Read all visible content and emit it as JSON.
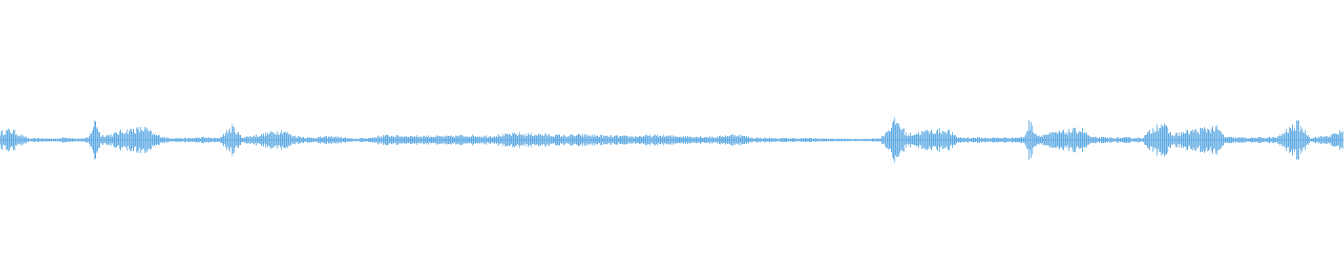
{
  "waveform": {
    "color": "#5eaae3",
    "background": "#ffffff",
    "amplitude_profile": [
      {
        "t": 0.0,
        "a": 0.16
      },
      {
        "t": 0.005,
        "a": 0.22
      },
      {
        "t": 0.01,
        "a": 0.2
      },
      {
        "t": 0.016,
        "a": 0.1
      },
      {
        "t": 0.022,
        "a": 0.03
      },
      {
        "t": 0.03,
        "a": 0.04
      },
      {
        "t": 0.04,
        "a": 0.03
      },
      {
        "t": 0.05,
        "a": 0.06
      },
      {
        "t": 0.058,
        "a": 0.03
      },
      {
        "t": 0.066,
        "a": 0.05
      },
      {
        "t": 0.071,
        "a": 0.45
      },
      {
        "t": 0.075,
        "a": 0.1
      },
      {
        "t": 0.083,
        "a": 0.12
      },
      {
        "t": 0.093,
        "a": 0.22
      },
      {
        "t": 0.108,
        "a": 0.26
      },
      {
        "t": 0.115,
        "a": 0.12
      },
      {
        "t": 0.125,
        "a": 0.05
      },
      {
        "t": 0.14,
        "a": 0.04
      },
      {
        "t": 0.152,
        "a": 0.06
      },
      {
        "t": 0.163,
        "a": 0.04
      },
      {
        "t": 0.173,
        "a": 0.3
      },
      {
        "t": 0.18,
        "a": 0.06
      },
      {
        "t": 0.195,
        "a": 0.12
      },
      {
        "t": 0.21,
        "a": 0.22
      },
      {
        "t": 0.218,
        "a": 0.1
      },
      {
        "t": 0.23,
        "a": 0.05
      },
      {
        "t": 0.248,
        "a": 0.08
      },
      {
        "t": 0.262,
        "a": 0.03
      },
      {
        "t": 0.276,
        "a": 0.05
      },
      {
        "t": 0.285,
        "a": 0.1
      },
      {
        "t": 0.298,
        "a": 0.09
      },
      {
        "t": 0.315,
        "a": 0.09
      },
      {
        "t": 0.331,
        "a": 0.08
      },
      {
        "t": 0.346,
        "a": 0.1
      },
      {
        "t": 0.366,
        "a": 0.09
      },
      {
        "t": 0.383,
        "a": 0.14
      },
      {
        "t": 0.4,
        "a": 0.13
      },
      {
        "t": 0.418,
        "a": 0.1
      },
      {
        "t": 0.435,
        "a": 0.11
      },
      {
        "t": 0.452,
        "a": 0.09
      },
      {
        "t": 0.47,
        "a": 0.08
      },
      {
        "t": 0.485,
        "a": 0.1
      },
      {
        "t": 0.5,
        "a": 0.09
      },
      {
        "t": 0.515,
        "a": 0.08
      },
      {
        "t": 0.532,
        "a": 0.07
      },
      {
        "t": 0.548,
        "a": 0.12
      },
      {
        "t": 0.56,
        "a": 0.05
      },
      {
        "t": 0.58,
        "a": 0.04
      },
      {
        "t": 0.6,
        "a": 0.04
      },
      {
        "t": 0.62,
        "a": 0.03
      },
      {
        "t": 0.64,
        "a": 0.02
      },
      {
        "t": 0.655,
        "a": 0.04
      },
      {
        "t": 0.667,
        "a": 0.45
      },
      {
        "t": 0.675,
        "a": 0.12
      },
      {
        "t": 0.69,
        "a": 0.2
      },
      {
        "t": 0.705,
        "a": 0.22
      },
      {
        "t": 0.712,
        "a": 0.06
      },
      {
        "t": 0.725,
        "a": 0.05
      },
      {
        "t": 0.745,
        "a": 0.05
      },
      {
        "t": 0.762,
        "a": 0.06
      },
      {
        "t": 0.766,
        "a": 0.4
      },
      {
        "t": 0.772,
        "a": 0.1
      },
      {
        "t": 0.79,
        "a": 0.18
      },
      {
        "t": 0.805,
        "a": 0.24
      },
      {
        "t": 0.812,
        "a": 0.06
      },
      {
        "t": 0.83,
        "a": 0.05
      },
      {
        "t": 0.85,
        "a": 0.05
      },
      {
        "t": 0.864,
        "a": 0.4
      },
      {
        "t": 0.872,
        "a": 0.12
      },
      {
        "t": 0.89,
        "a": 0.22
      },
      {
        "t": 0.905,
        "a": 0.28
      },
      {
        "t": 0.912,
        "a": 0.06
      },
      {
        "t": 0.93,
        "a": 0.05
      },
      {
        "t": 0.95,
        "a": 0.06
      },
      {
        "t": 0.966,
        "a": 0.38
      },
      {
        "t": 0.975,
        "a": 0.05
      },
      {
        "t": 0.99,
        "a": 0.1
      },
      {
        "t": 1.0,
        "a": 0.22
      }
    ]
  }
}
